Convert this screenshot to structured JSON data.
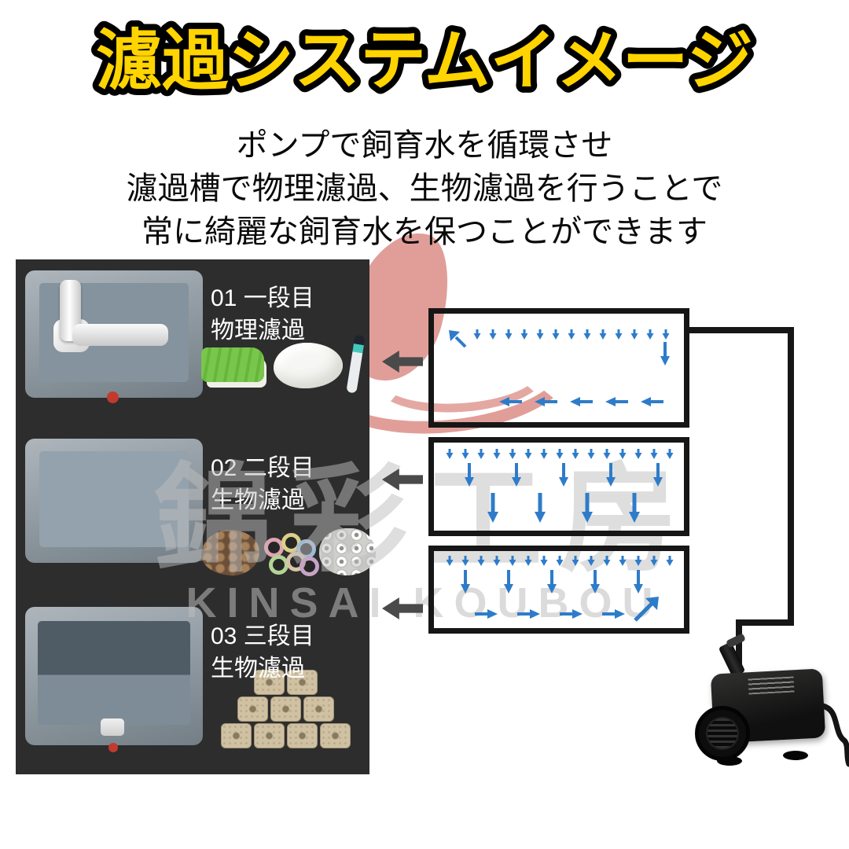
{
  "title": "濾過システムイメージ",
  "description": {
    "line1": "ポンプで飼育水を循環させ",
    "line2": "濾過槽で物理濾過、生物濾過を行うことで",
    "line3": "常に綺麗な飼育水を保つことができます"
  },
  "stages": [
    {
      "label_top": "01 一段目",
      "label_bottom": "物理濾過"
    },
    {
      "label_top": "02 二段目",
      "label_bottom": "生物濾過"
    },
    {
      "label_top": "03 三段目",
      "label_bottom": "生物濾過"
    }
  ],
  "watermark": {
    "jp": "錦彩工房",
    "en": "KINSAI KOUBOU"
  },
  "colors": {
    "title_fill": "#ffd400",
    "title_outline": "#000000",
    "flow_arrow_blue": "#2e7cc9",
    "stage_pointer_gray": "#4a4a4a",
    "panel_bg": "#2d2d2d",
    "pipe_black": "#161616",
    "brand_swirl_red": "#c43e34"
  },
  "icons": {
    "flow-arrow-down-icon": "↓ (blue)",
    "flow-arrow-left-icon": "← (blue)",
    "flow-arrow-right-icon": "→ (blue)",
    "flow-arrow-up-left-icon": "↖ (blue)",
    "flow-arrow-up-right-icon": "↗ (blue)",
    "stage-pointer-icon": "◀ (gray)"
  }
}
